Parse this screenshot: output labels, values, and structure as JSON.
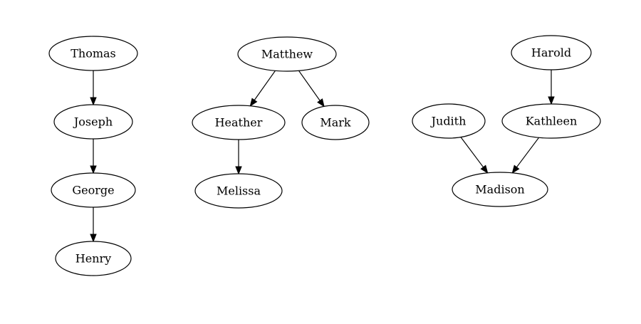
{
  "diagram": {
    "type": "directed-graph",
    "nodes": [
      {
        "id": "thomas",
        "label": "Thomas"
      },
      {
        "id": "joseph",
        "label": "Joseph"
      },
      {
        "id": "george",
        "label": "George"
      },
      {
        "id": "henry",
        "label": "Henry"
      },
      {
        "id": "matthew",
        "label": "Matthew"
      },
      {
        "id": "heather",
        "label": "Heather"
      },
      {
        "id": "mark",
        "label": "Mark"
      },
      {
        "id": "melissa",
        "label": "Melissa"
      },
      {
        "id": "harold",
        "label": "Harold"
      },
      {
        "id": "judith",
        "label": "Judith"
      },
      {
        "id": "kathleen",
        "label": "Kathleen"
      },
      {
        "id": "madison",
        "label": "Madison"
      }
    ],
    "edges": [
      {
        "from": "thomas",
        "to": "joseph"
      },
      {
        "from": "joseph",
        "to": "george"
      },
      {
        "from": "george",
        "to": "henry"
      },
      {
        "from": "matthew",
        "to": "heather"
      },
      {
        "from": "matthew",
        "to": "mark"
      },
      {
        "from": "heather",
        "to": "melissa"
      },
      {
        "from": "harold",
        "to": "kathleen"
      },
      {
        "from": "judith",
        "to": "madison"
      },
      {
        "from": "kathleen",
        "to": "madison"
      }
    ],
    "colors": {
      "stroke": "#000000",
      "fill": "#ffffff",
      "text": "#000000",
      "background": "#ffffff"
    }
  }
}
